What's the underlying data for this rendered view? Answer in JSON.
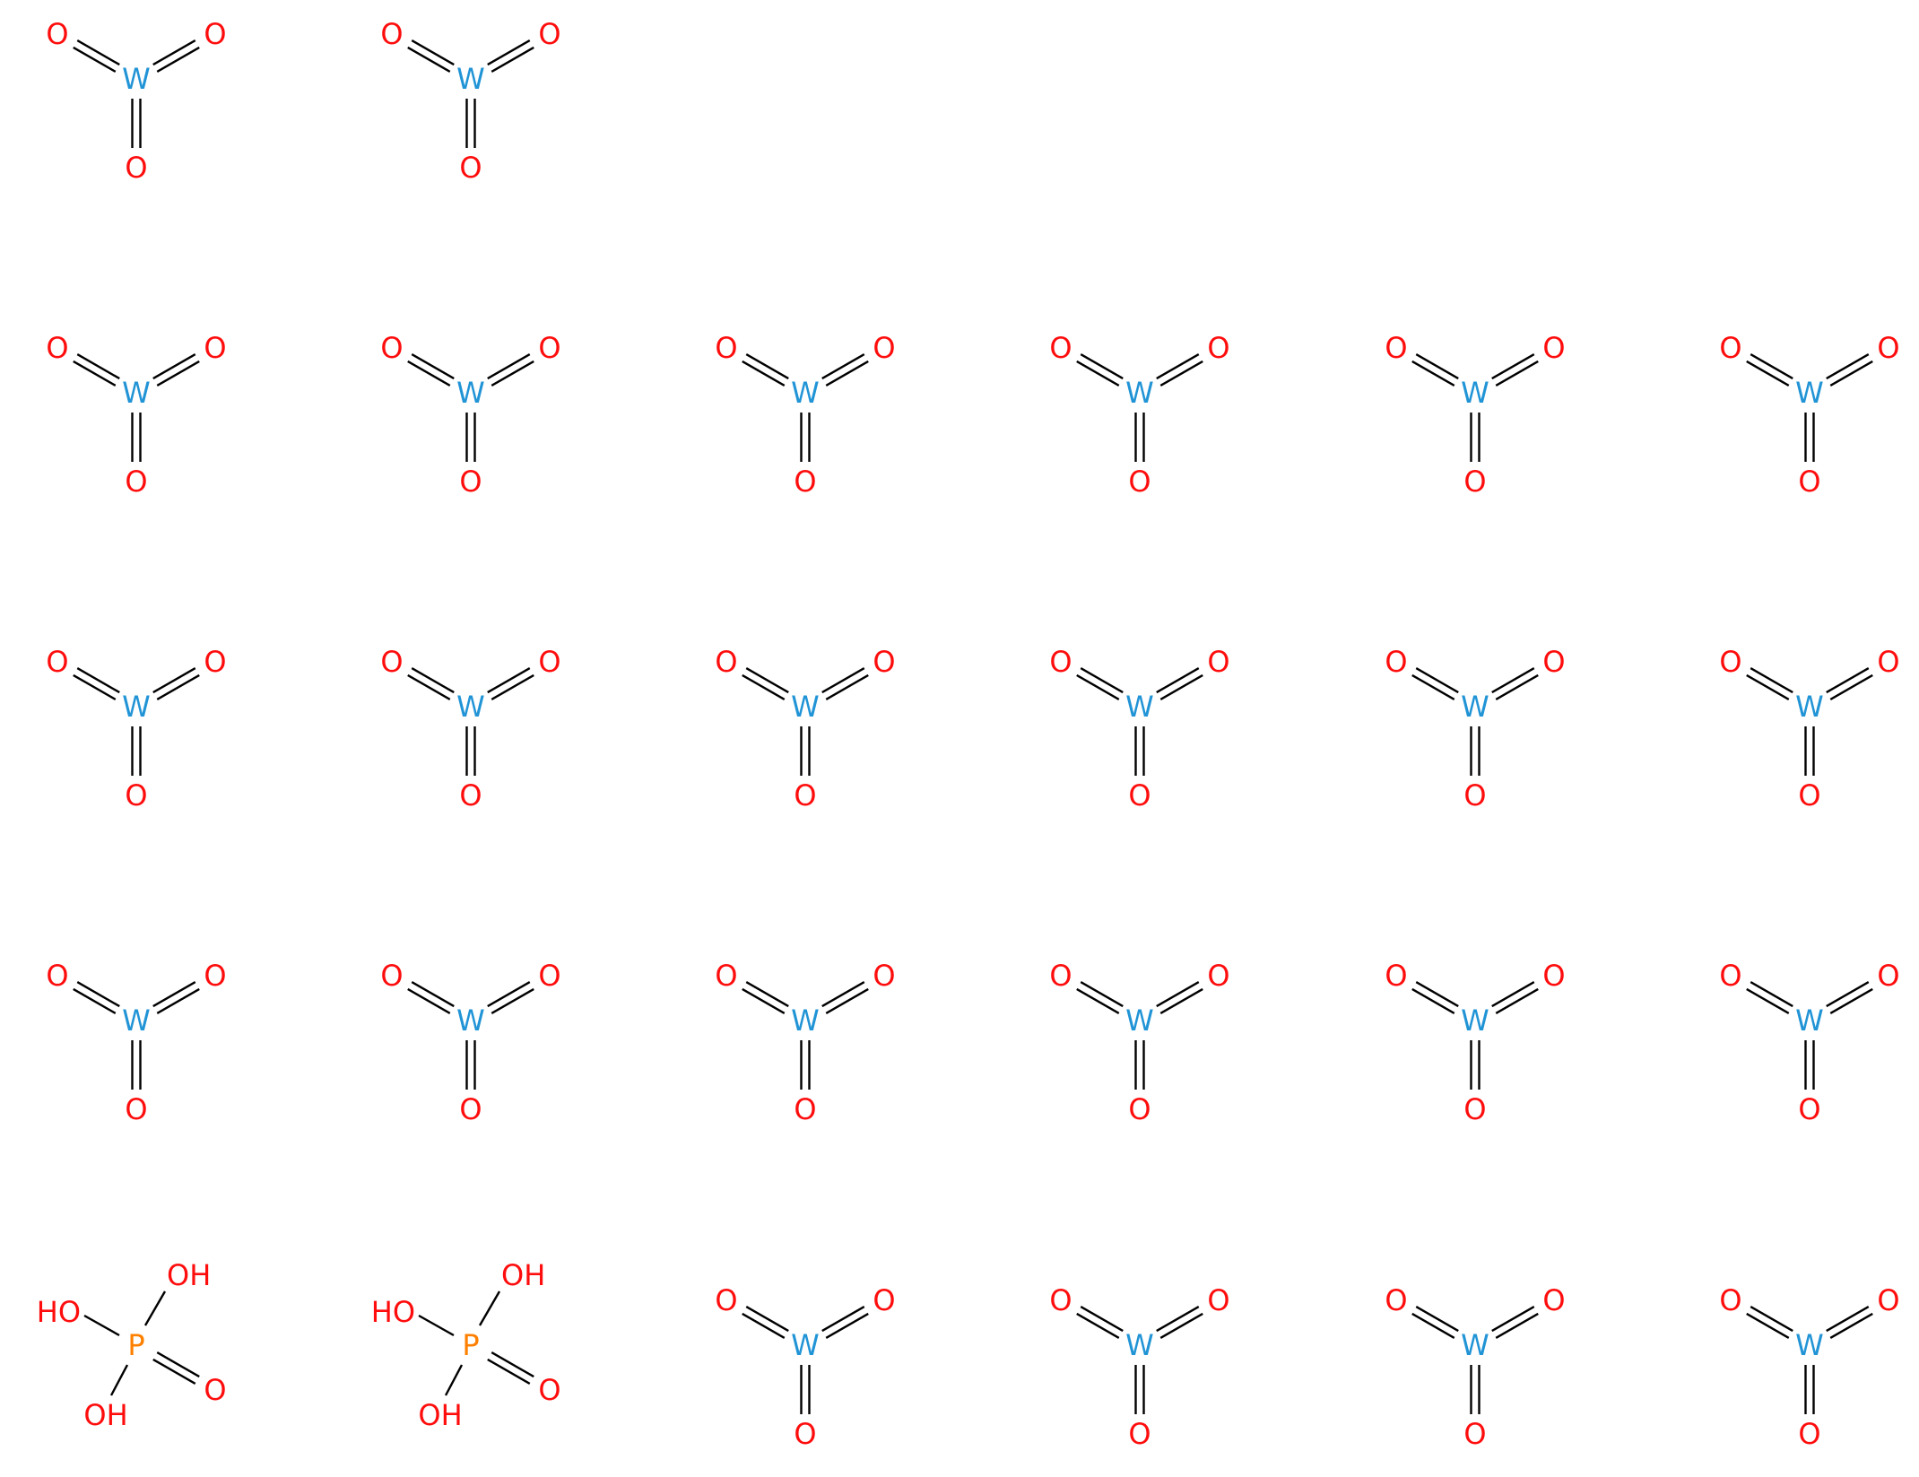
{
  "colors": {
    "oxygen": "#ff0d0d",
    "tungsten": "#2194d6",
    "phosphorus": "#ff8000",
    "bond": "#000000",
    "background": "#ffffff"
  },
  "atom_labels": {
    "tungsten": "W",
    "oxygen": "O",
    "phosphorus": "P",
    "hydroxyl_right": "OH",
    "hydroxyl_left": "HO"
  },
  "molecules": [
    {
      "type": "WO3"
    },
    {
      "type": "WO3"
    },
    {
      "type": "WO3"
    },
    {
      "type": "WO3"
    },
    {
      "type": "WO3"
    },
    {
      "type": "WO3"
    },
    {
      "type": "WO3"
    },
    {
      "type": "WO3"
    },
    {
      "type": "WO3"
    },
    {
      "type": "WO3"
    },
    {
      "type": "WO3"
    },
    {
      "type": "WO3"
    },
    {
      "type": "WO3"
    },
    {
      "type": "WO3"
    },
    {
      "type": "WO3"
    },
    {
      "type": "WO3"
    },
    {
      "type": "WO3"
    },
    {
      "type": "WO3"
    },
    {
      "type": "WO3"
    },
    {
      "type": "WO3"
    },
    {
      "type": "H3PO4"
    },
    {
      "type": "H3PO4"
    },
    {
      "type": "WO3"
    },
    {
      "type": "WO3"
    },
    {
      "type": "WO3"
    },
    {
      "type": "WO3"
    }
  ]
}
